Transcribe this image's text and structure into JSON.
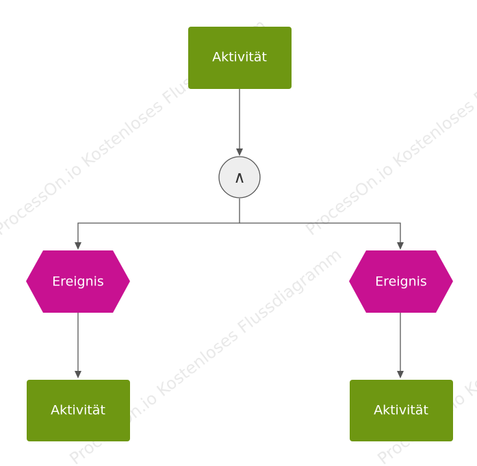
{
  "diagram": {
    "nodes": {
      "top_activity": {
        "label": "Aktivität",
        "shape": "rounded-rect"
      },
      "and_gateway": {
        "label": "∧",
        "shape": "circle"
      },
      "left_event": {
        "label": "Ereignis",
        "shape": "hexagon"
      },
      "right_event": {
        "label": "Ereignis",
        "shape": "hexagon"
      },
      "left_activity": {
        "label": "Aktivität",
        "shape": "rounded-rect"
      },
      "right_activity": {
        "label": "Aktivität",
        "shape": "rounded-rect"
      }
    },
    "edges": [
      {
        "from": "top_activity",
        "to": "and_gateway"
      },
      {
        "from": "and_gateway",
        "to": "left_event"
      },
      {
        "from": "and_gateway",
        "to": "right_event"
      },
      {
        "from": "left_event",
        "to": "left_activity"
      },
      {
        "from": "right_event",
        "to": "right_activity"
      }
    ],
    "watermark": "ProcessOn.io Kostenloses Flussdiagramm"
  },
  "colors": {
    "activity": "#6e9712",
    "event": "#c81191",
    "gateway_fill": "#eeeeee",
    "gateway_stroke": "#555555",
    "edge": "#555555"
  }
}
